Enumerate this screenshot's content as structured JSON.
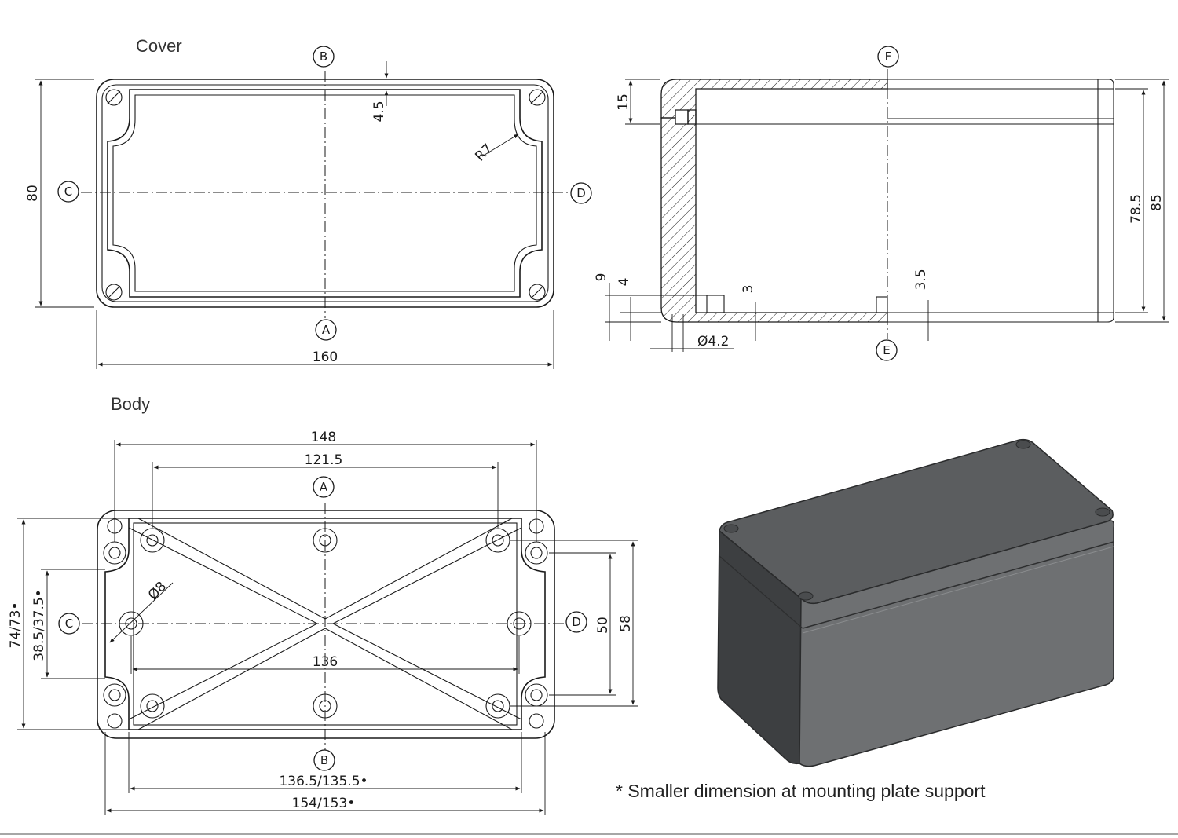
{
  "labels": {
    "cover": "Cover",
    "body": "Body",
    "note": "* Smaller dimension at mounting plate support"
  },
  "refs": {
    "a": "A",
    "b": "B",
    "c": "C",
    "d": "D",
    "e": "E",
    "f": "F"
  },
  "cover_dims": {
    "width": "160",
    "height": "80",
    "wall": "4.5",
    "radius": "R7"
  },
  "side_dims": {
    "d15": "15",
    "d78_5": "78.5",
    "d85": "85",
    "d9": "9",
    "d4": "4",
    "d3": "3",
    "d3_5": "3.5",
    "dia": "Ø4.2"
  },
  "body_dims": {
    "d148": "148",
    "d121_5": "121.5",
    "d136": "136",
    "d136_5": "136.5/135.5•",
    "d154": "154/153•",
    "d74": "74/73•",
    "d38_5": "38.5/37.5•",
    "d50": "50",
    "d58": "58",
    "dia8": "Ø8"
  },
  "colors": {
    "line": "#1a1a1a",
    "box_top": "#5b5d5f",
    "box_front": "#6e7072",
    "box_side": "#3d3f41"
  }
}
